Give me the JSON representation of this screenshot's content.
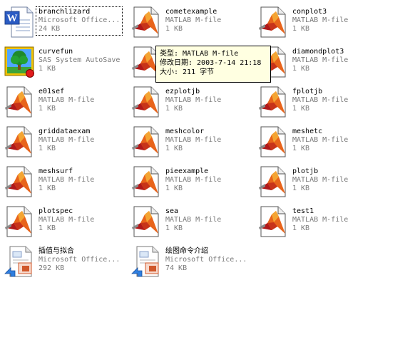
{
  "files": [
    {
      "name": "branchlizard",
      "type": "Microsoft Office...",
      "size": "24 KB",
      "icon": "word-document-icon",
      "selected": true
    },
    {
      "name": "cometexample",
      "type": "MATLAB M-file",
      "size": "1 KB",
      "icon": "matlab-file-icon"
    },
    {
      "name": "conplot3",
      "type": "MATLAB M-file",
      "size": "1 KB",
      "icon": "matlab-file-icon"
    },
    {
      "name": "curvefun",
      "type": "SAS System AutoSave",
      "size": "1 KB",
      "icon": "sas-autosave-icon"
    },
    {
      "name": "",
      "type": "",
      "size": "",
      "icon": "matlab-file-icon"
    },
    {
      "name": "diamondplot3",
      "type": "MATLAB M-file",
      "size": "1 KB",
      "icon": "matlab-file-icon"
    },
    {
      "name": "e01sef",
      "type": "MATLAB M-file",
      "size": "1 KB",
      "icon": "matlab-file-icon"
    },
    {
      "name": "ezplotjb",
      "type": "MATLAB M-file",
      "size": "1 KB",
      "icon": "matlab-file-icon"
    },
    {
      "name": "fplotjb",
      "type": "MATLAB M-file",
      "size": "1 KB",
      "icon": "matlab-file-icon"
    },
    {
      "name": "griddataexam",
      "type": "MATLAB M-file",
      "size": "1 KB",
      "icon": "matlab-file-icon"
    },
    {
      "name": "meshcolor",
      "type": "MATLAB M-file",
      "size": "1 KB",
      "icon": "matlab-file-icon"
    },
    {
      "name": "meshetc",
      "type": "MATLAB M-file",
      "size": "1 KB",
      "icon": "matlab-file-icon"
    },
    {
      "name": "meshsurf",
      "type": "MATLAB M-file",
      "size": "1 KB",
      "icon": "matlab-file-icon"
    },
    {
      "name": "pieexample",
      "type": "MATLAB M-file",
      "size": "1 KB",
      "icon": "matlab-file-icon"
    },
    {
      "name": "plotjb",
      "type": "MATLAB M-file",
      "size": "1 KB",
      "icon": "matlab-file-icon"
    },
    {
      "name": "plotspec",
      "type": "MATLAB M-file",
      "size": "1 KB",
      "icon": "matlab-file-icon"
    },
    {
      "name": "sea",
      "type": "MATLAB M-file",
      "size": "1 KB",
      "icon": "matlab-file-icon"
    },
    {
      "name": "test1",
      "type": "MATLAB M-file",
      "size": "1 KB",
      "icon": "matlab-file-icon"
    },
    {
      "name": "插值与拟合",
      "type": "Microsoft Office...",
      "size": "292 KB",
      "icon": "powerpoint-document-icon"
    },
    {
      "name": "绘图命令介绍",
      "type": "Microsoft Office...",
      "size": "74 KB",
      "icon": "powerpoint-document-icon"
    }
  ],
  "tooltip": {
    "type_line": "类型: MATLAB M-file",
    "modified_line": "修改日期: 2003-7-14 21:18",
    "size_line": "大小: 211 字节"
  },
  "colors": {
    "background": "#ffffff",
    "secondary_text": "#7a7a7a",
    "tooltip_bg": "#ffffe1",
    "matlab_orange": "#e8641b",
    "matlab_red": "#b0181a"
  }
}
